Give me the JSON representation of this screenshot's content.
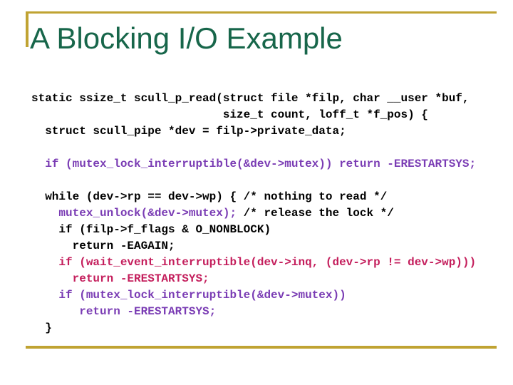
{
  "slide": {
    "title": "A Blocking I/O Example",
    "colors": {
      "background": "#FFFFFF",
      "accent_line": "#C0A332",
      "title": "#17664A",
      "code_default": "#000000",
      "code_purple": "#7A3CB4",
      "code_crimson": "#C41E5C"
    },
    "code_lines": [
      {
        "segments": [
          {
            "color": "default",
            "text": "static ssize_t scull_p_read(struct file *filp, char __user *buf,"
          }
        ]
      },
      {
        "segments": [
          {
            "color": "default",
            "text": "                            size_t count, loff_t *f_pos) {"
          }
        ]
      },
      {
        "segments": [
          {
            "color": "default",
            "text": "  struct scull_pipe *dev = filp->private_data;"
          }
        ]
      },
      {
        "segments": []
      },
      {
        "segments": [
          {
            "color": "purple",
            "text": "  if (mutex_lock_interruptible(&dev->mutex)) return -ERESTARTSYS;"
          }
        ]
      },
      {
        "segments": []
      },
      {
        "segments": [
          {
            "color": "default",
            "text": "  while (dev->rp == dev->wp) { /* nothing to read */"
          }
        ]
      },
      {
        "segments": [
          {
            "color": "default",
            "text": "    "
          },
          {
            "color": "purple",
            "text": "mutex_unlock(&dev->mutex);"
          },
          {
            "color": "default",
            "text": " /* release the lock */"
          }
        ]
      },
      {
        "segments": [
          {
            "color": "default",
            "text": "    if (filp->f_flags & O_NONBLOCK)"
          }
        ]
      },
      {
        "segments": [
          {
            "color": "default",
            "text": "      return -EAGAIN;"
          }
        ]
      },
      {
        "segments": [
          {
            "color": "crimson",
            "text": "    if (wait_event_interruptible(dev->inq, (dev->rp != dev->wp)))"
          }
        ]
      },
      {
        "segments": [
          {
            "color": "crimson",
            "text": "      return -ERESTARTSYS;"
          }
        ]
      },
      {
        "segments": [
          {
            "color": "purple",
            "text": "    if (mutex_lock_interruptible(&dev->mutex))"
          }
        ]
      },
      {
        "segments": [
          {
            "color": "purple",
            "text": "       return -ERESTARTSYS;"
          }
        ]
      },
      {
        "segments": [
          {
            "color": "default",
            "text": "  }"
          }
        ]
      }
    ]
  }
}
